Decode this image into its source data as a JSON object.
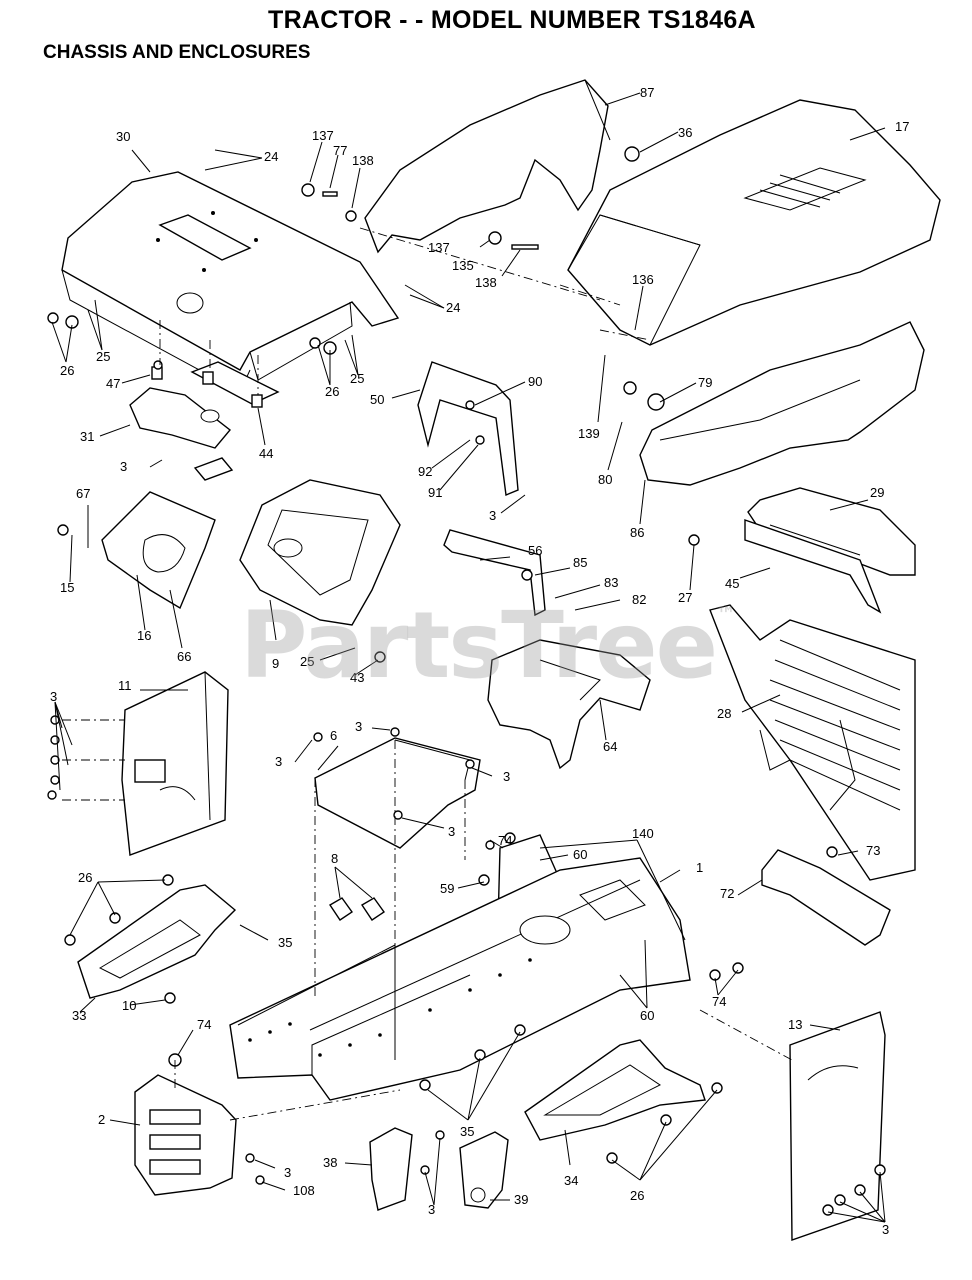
{
  "header": {
    "title": "TRACTOR - - MODEL NUMBER  TS1846A",
    "subtitle": "CHASSIS AND ENCLOSURES"
  },
  "watermark": {
    "text": "PartsTree",
    "mark": "™"
  },
  "callouts": [
    {
      "id": "c87",
      "label": "87"
    },
    {
      "id": "c17",
      "label": "17"
    },
    {
      "id": "c30",
      "label": "30"
    },
    {
      "id": "c24a",
      "label": "24"
    },
    {
      "id": "c137a",
      "label": "137"
    },
    {
      "id": "c77",
      "label": "77"
    },
    {
      "id": "c138a",
      "label": "138"
    },
    {
      "id": "c36",
      "label": "36"
    },
    {
      "id": "c137b",
      "label": "137"
    },
    {
      "id": "c135",
      "label": "135"
    },
    {
      "id": "c138b",
      "label": "138"
    },
    {
      "id": "c136",
      "label": "136"
    },
    {
      "id": "c24b",
      "label": "24"
    },
    {
      "id": "c26a",
      "label": "26"
    },
    {
      "id": "c25a",
      "label": "25"
    },
    {
      "id": "c26b",
      "label": "26"
    },
    {
      "id": "c25b",
      "label": "25"
    },
    {
      "id": "c47",
      "label": "47"
    },
    {
      "id": "c50",
      "label": "50"
    },
    {
      "id": "c90",
      "label": "90"
    },
    {
      "id": "c79",
      "label": "79"
    },
    {
      "id": "c139",
      "label": "139"
    },
    {
      "id": "c31",
      "label": "31"
    },
    {
      "id": "c44",
      "label": "44"
    },
    {
      "id": "c92",
      "label": "92"
    },
    {
      "id": "c91",
      "label": "91"
    },
    {
      "id": "c80",
      "label": "80"
    },
    {
      "id": "c3a",
      "label": "3"
    },
    {
      "id": "c86",
      "label": "86"
    },
    {
      "id": "c67",
      "label": "67"
    },
    {
      "id": "c3b",
      "label": "3"
    },
    {
      "id": "c29",
      "label": "29"
    },
    {
      "id": "c56",
      "label": "56"
    },
    {
      "id": "c85",
      "label": "85"
    },
    {
      "id": "c83",
      "label": "83"
    },
    {
      "id": "c82",
      "label": "82"
    },
    {
      "id": "c27",
      "label": "27"
    },
    {
      "id": "c45",
      "label": "45"
    },
    {
      "id": "c15",
      "label": "15"
    },
    {
      "id": "c16",
      "label": "16"
    },
    {
      "id": "c66",
      "label": "66"
    },
    {
      "id": "c9",
      "label": "9"
    },
    {
      "id": "c25c",
      "label": "25"
    },
    {
      "id": "c43",
      "label": "43"
    },
    {
      "id": "c28",
      "label": "28"
    },
    {
      "id": "c11",
      "label": "11"
    },
    {
      "id": "c3c",
      "label": "3"
    },
    {
      "id": "c64",
      "label": "64"
    },
    {
      "id": "c3d",
      "label": "3"
    },
    {
      "id": "c6",
      "label": "6"
    },
    {
      "id": "c3e",
      "label": "3"
    },
    {
      "id": "c3f",
      "label": "3"
    },
    {
      "id": "c3g",
      "label": "3"
    },
    {
      "id": "c74a",
      "label": "74"
    },
    {
      "id": "c140",
      "label": "140"
    },
    {
      "id": "c60a",
      "label": "60"
    },
    {
      "id": "c1",
      "label": "1"
    },
    {
      "id": "c73",
      "label": "73"
    },
    {
      "id": "c26c",
      "label": "26"
    },
    {
      "id": "c8",
      "label": "8"
    },
    {
      "id": "c59",
      "label": "59"
    },
    {
      "id": "c72",
      "label": "72"
    },
    {
      "id": "c35a",
      "label": "35"
    },
    {
      "id": "c60b",
      "label": "60"
    },
    {
      "id": "c74b",
      "label": "74"
    },
    {
      "id": "c33",
      "label": "33"
    },
    {
      "id": "c10",
      "label": "10"
    },
    {
      "id": "c74c",
      "label": "74"
    },
    {
      "id": "c13",
      "label": "13"
    },
    {
      "id": "c2",
      "label": "2"
    },
    {
      "id": "c35b",
      "label": "35"
    },
    {
      "id": "c38",
      "label": "38"
    },
    {
      "id": "c3h",
      "label": "3"
    },
    {
      "id": "c108",
      "label": "108"
    },
    {
      "id": "c3i",
      "label": "3"
    },
    {
      "id": "c39",
      "label": "39"
    },
    {
      "id": "c34",
      "label": "34"
    },
    {
      "id": "c26d",
      "label": "26"
    },
    {
      "id": "c3j",
      "label": "3"
    }
  ]
}
